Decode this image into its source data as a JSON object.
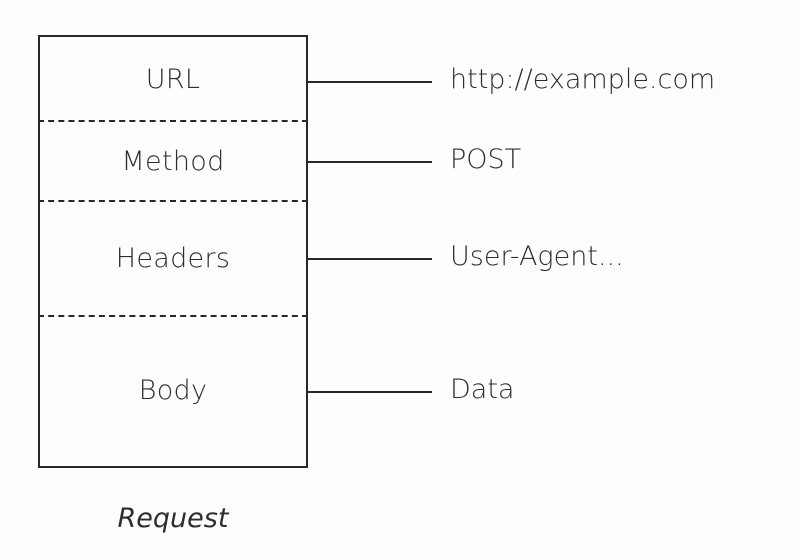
{
  "diagram": {
    "title": "Request",
    "caption": "Request",
    "box": {
      "sections": [
        {
          "label": "URL",
          "value": "http://example.com"
        },
        {
          "label": "Method",
          "value": "POST"
        },
        {
          "label": "Headers",
          "value": "User-Agent..."
        },
        {
          "label": "Body",
          "value": "Data"
        }
      ]
    },
    "colors": {
      "stroke": "#26292b",
      "text": "#2b2e30",
      "background": "#fdfdfd"
    }
  }
}
